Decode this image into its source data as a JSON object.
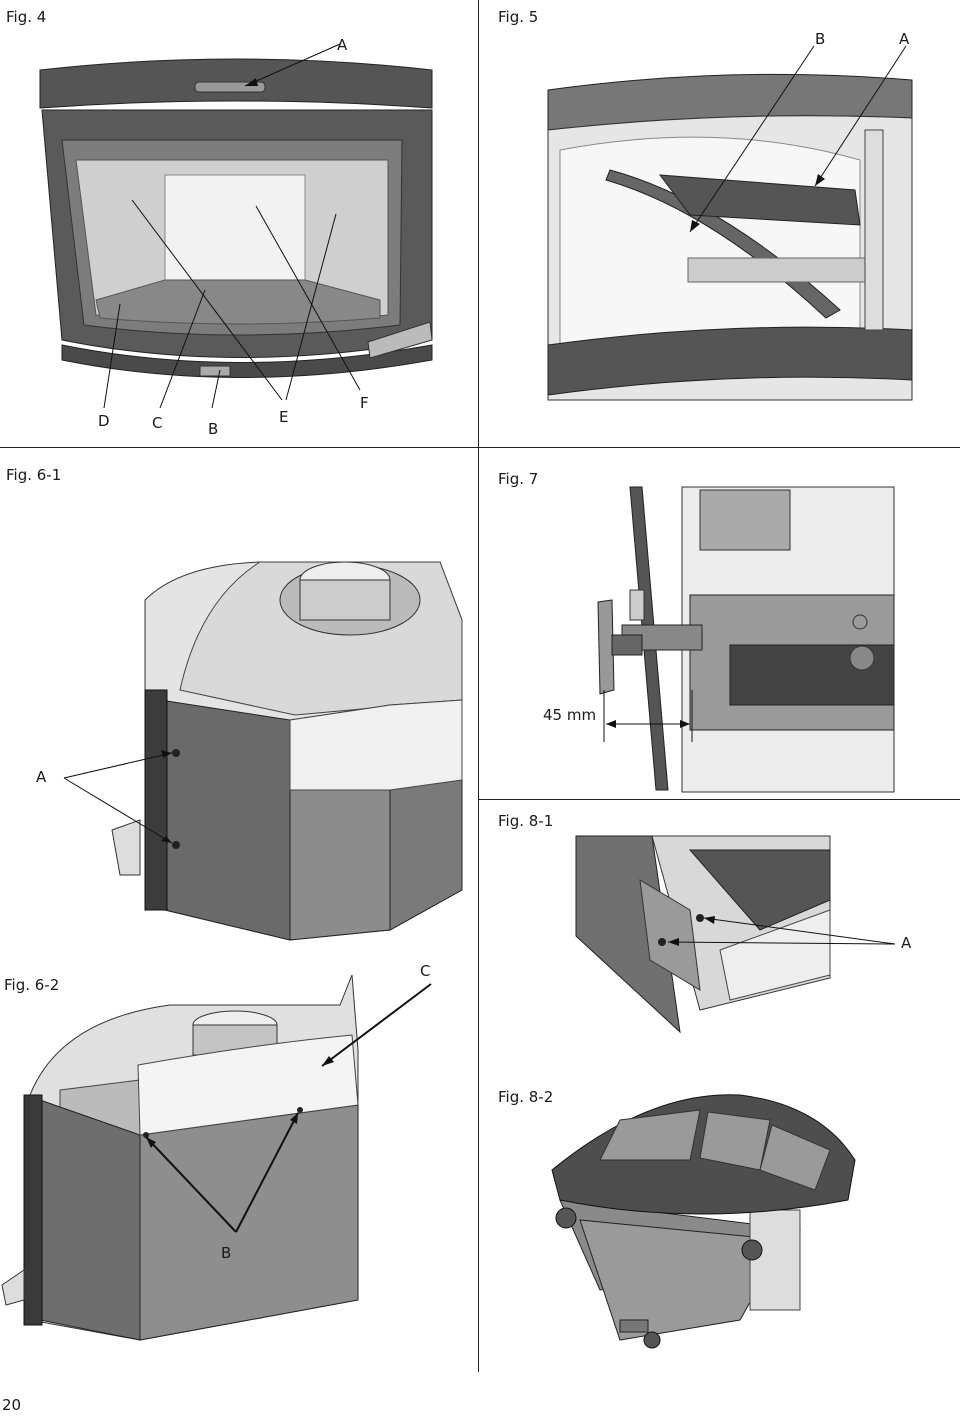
{
  "figures": {
    "fig4": {
      "label": "Fig. 4",
      "callouts": {
        "A": "A",
        "B": "B",
        "C": "C",
        "D": "D",
        "E": "E",
        "F": "F"
      }
    },
    "fig5": {
      "label": "Fig. 5",
      "callouts": {
        "A": "A",
        "B": "B"
      }
    },
    "fig61": {
      "label": "Fig. 6-1",
      "callouts": {
        "A": "A"
      }
    },
    "fig7": {
      "label": "Fig. 7",
      "dimension": "45 mm"
    },
    "fig81": {
      "label": "Fig. 8-1",
      "callouts": {
        "A": "A"
      }
    },
    "fig62": {
      "label": "Fig. 6-2",
      "callouts": {
        "B": "B",
        "C": "C"
      }
    },
    "fig82": {
      "label": "Fig. 8-2"
    }
  },
  "page_number": "20"
}
